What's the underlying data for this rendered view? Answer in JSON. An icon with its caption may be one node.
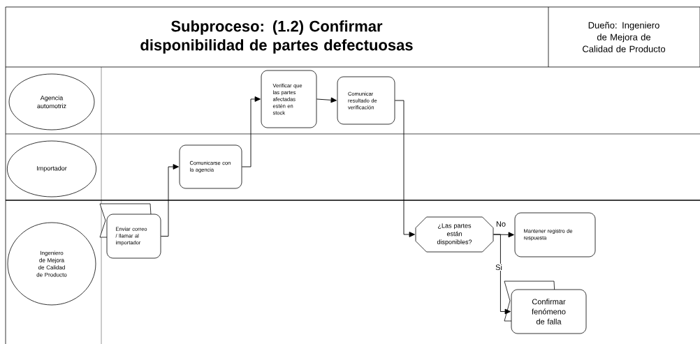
{
  "diagram": {
    "title": "Subproceso: (1.2) Confirmar disponibilidad de partes defectuosas",
    "nodes": [
      {
        "text": [
          "Agencia automotriz"
        ]
      },
      {
        "text": [
          "Importador"
        ]
      },
      {
        "text": [
          "Ingeniero de Mejora de Calidad de Producto"
        ]
      },
      {
        "text": [
          "Enviar correo / llamar al importador"
        ]
      },
      {
        "text": [
          "Comunicarse con la agencia"
        ]
      },
      {
        "text": [
          "Verificar que las partes afectadas estén en stock"
        ]
      },
      {
        "text": [
          "Comunicar resultado de verificación"
        ]
      },
      {
        "text": [
          "¿Las partes están disponibles?"
        ]
      },
      {
        "text": [
          "Mantener registro de respuesta"
        ]
      },
      {
        "text": [
          "Confirmar fenómeno de falla"
        ]
      }
    ],
    "edges": [
      {
        "from": 3,
        "to": 4,
        "arrow": "to"
      },
      {
        "from": 4,
        "to": 5,
        "arrow": "to"
      },
      {
        "from": 5,
        "to": 6,
        "arrow": "to"
      },
      {
        "from": 6,
        "to": 7,
        "arrow": "to"
      },
      {
        "from": 7,
        "to": 8,
        "arrow": "to",
        "label": "No"
      },
      {
        "from": 7,
        "to": 9,
        "arrow": "to",
        "label": "Si"
      }
    ],
    "labels": [
      "Dueño: Ingeniero de Mejora de Calidad de Producto"
    ]
  }
}
